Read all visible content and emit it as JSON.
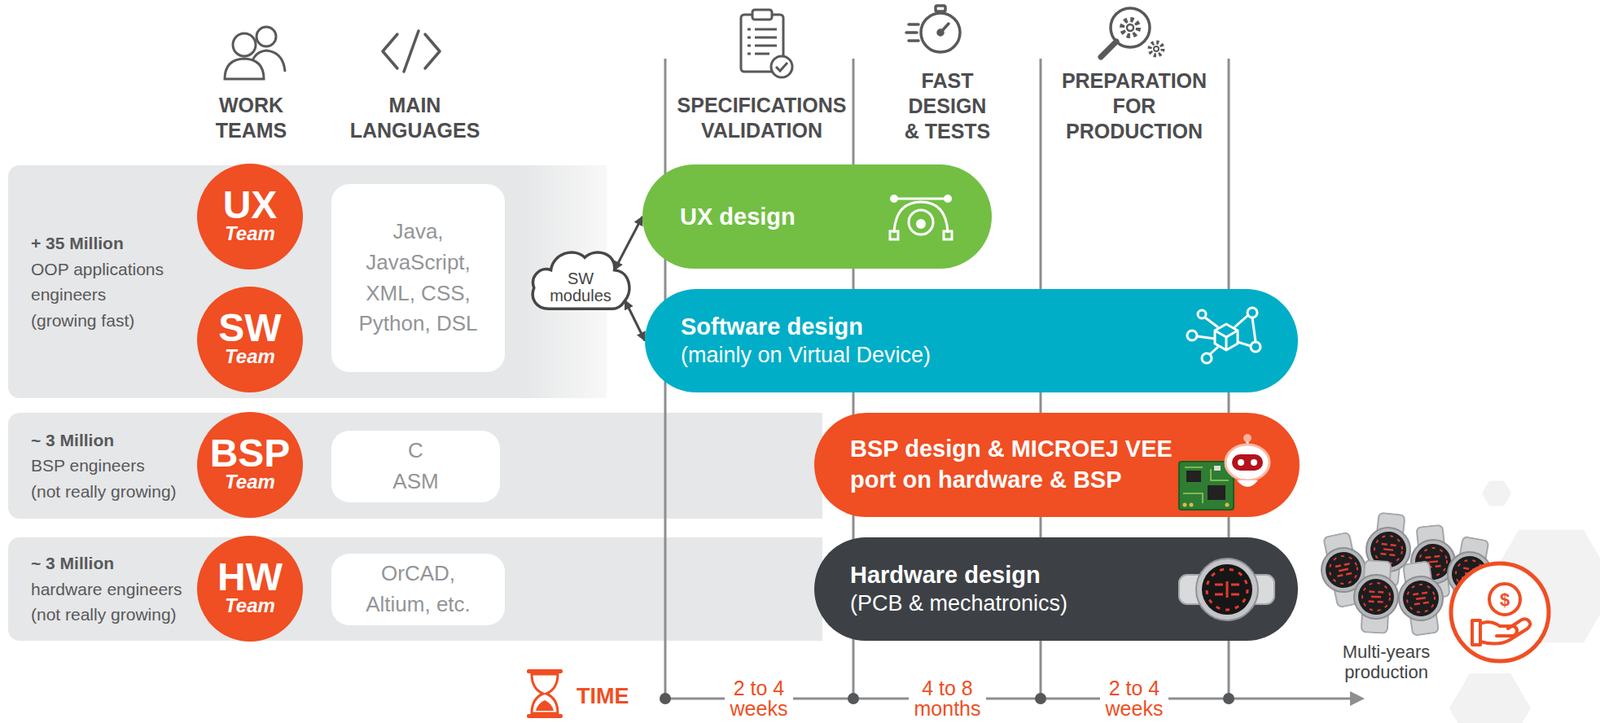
{
  "diagram": {
    "nodes": [
      {
        "text": [
          "+ 35 Million",
          "OOP applications engineers (growing fast)"
        ]
      },
      {
        "text": [
          "UX",
          "Team"
        ],
        "in": 0
      },
      {
        "text": [
          "SW",
          "Team"
        ],
        "in": 0
      },
      {
        "text": [
          "Java, JavaScript, XML, CSS, Python, DSL"
        ],
        "in": 0
      },
      {
        "text": [
          "SW modules"
        ],
        "in": 0
      },
      {
        "text": [
          "UX design"
        ]
      },
      {
        "text": [
          "Software design",
          "(mainly on Virtual Device)"
        ]
      },
      {
        "text": [
          "~ 3 Million",
          "BSP engineers (not really growing)"
        ]
      },
      {
        "text": [
          "BSP",
          "Team"
        ],
        "in": 7
      },
      {
        "text": [
          "C ASM"
        ],
        "in": 7
      },
      {
        "text": [
          "BSP design & MICROEJ VEE port on hardware & BSP"
        ]
      },
      {
        "text": [
          "~ 3 Million",
          "hardware engineers (not really growing)"
        ]
      },
      {
        "text": [
          "HW",
          "Team"
        ],
        "in": 11
      },
      {
        "text": [
          "OrCAD, Altium, etc."
        ],
        "in": 11
      },
      {
        "text": [
          "Hardware design",
          "(PCB & mechatronics)"
        ]
      }
    ],
    "edges": [
      {
        "from": 4,
        "to": 5,
        "arrow": "both"
      },
      {
        "from": 4,
        "to": 6,
        "arrow": "both"
      }
    ],
    "labels": [
      "WORK TEAMS",
      "MAIN LANGUAGES",
      "SPECIFICATIONS VALIDATION",
      "FAST DESIGN & TESTS",
      "PREPARATION FOR PRODUCTION",
      "TIME",
      "2 to 4 weeks",
      "4 to 8 months",
      "2 to 4 weeks",
      "Multi-years production",
      "$"
    ]
  }
}
